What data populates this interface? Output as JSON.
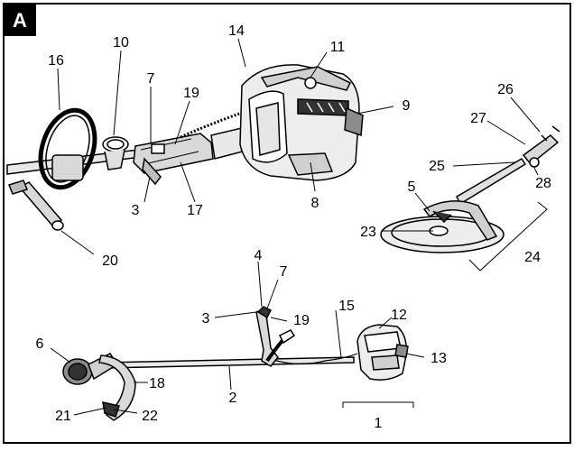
{
  "figure": {
    "panel_letter": "A",
    "colors": {
      "ink": "#000000",
      "paper": "#ffffff",
      "shade": "#d9d9d9",
      "mid": "#8c8c8c",
      "dark": "#333333"
    }
  },
  "callouts": {
    "c1": "1",
    "c2": "2",
    "c3a": "3",
    "c3b": "3",
    "c4": "4",
    "c5": "5",
    "c6": "6",
    "c7a": "7",
    "c7b": "7",
    "c8": "8",
    "c9": "9",
    "c10": "10",
    "c11": "11",
    "c12": "12",
    "c13": "13",
    "c14": "14",
    "c15": "15",
    "c16": "16",
    "c17": "17",
    "c18": "18",
    "c19a": "19",
    "c19b": "19",
    "c20": "20",
    "c21": "21",
    "c22": "22",
    "c23": "23",
    "c24": "24",
    "c25": "25",
    "c26": "26",
    "c27": "27",
    "c28": "28"
  }
}
